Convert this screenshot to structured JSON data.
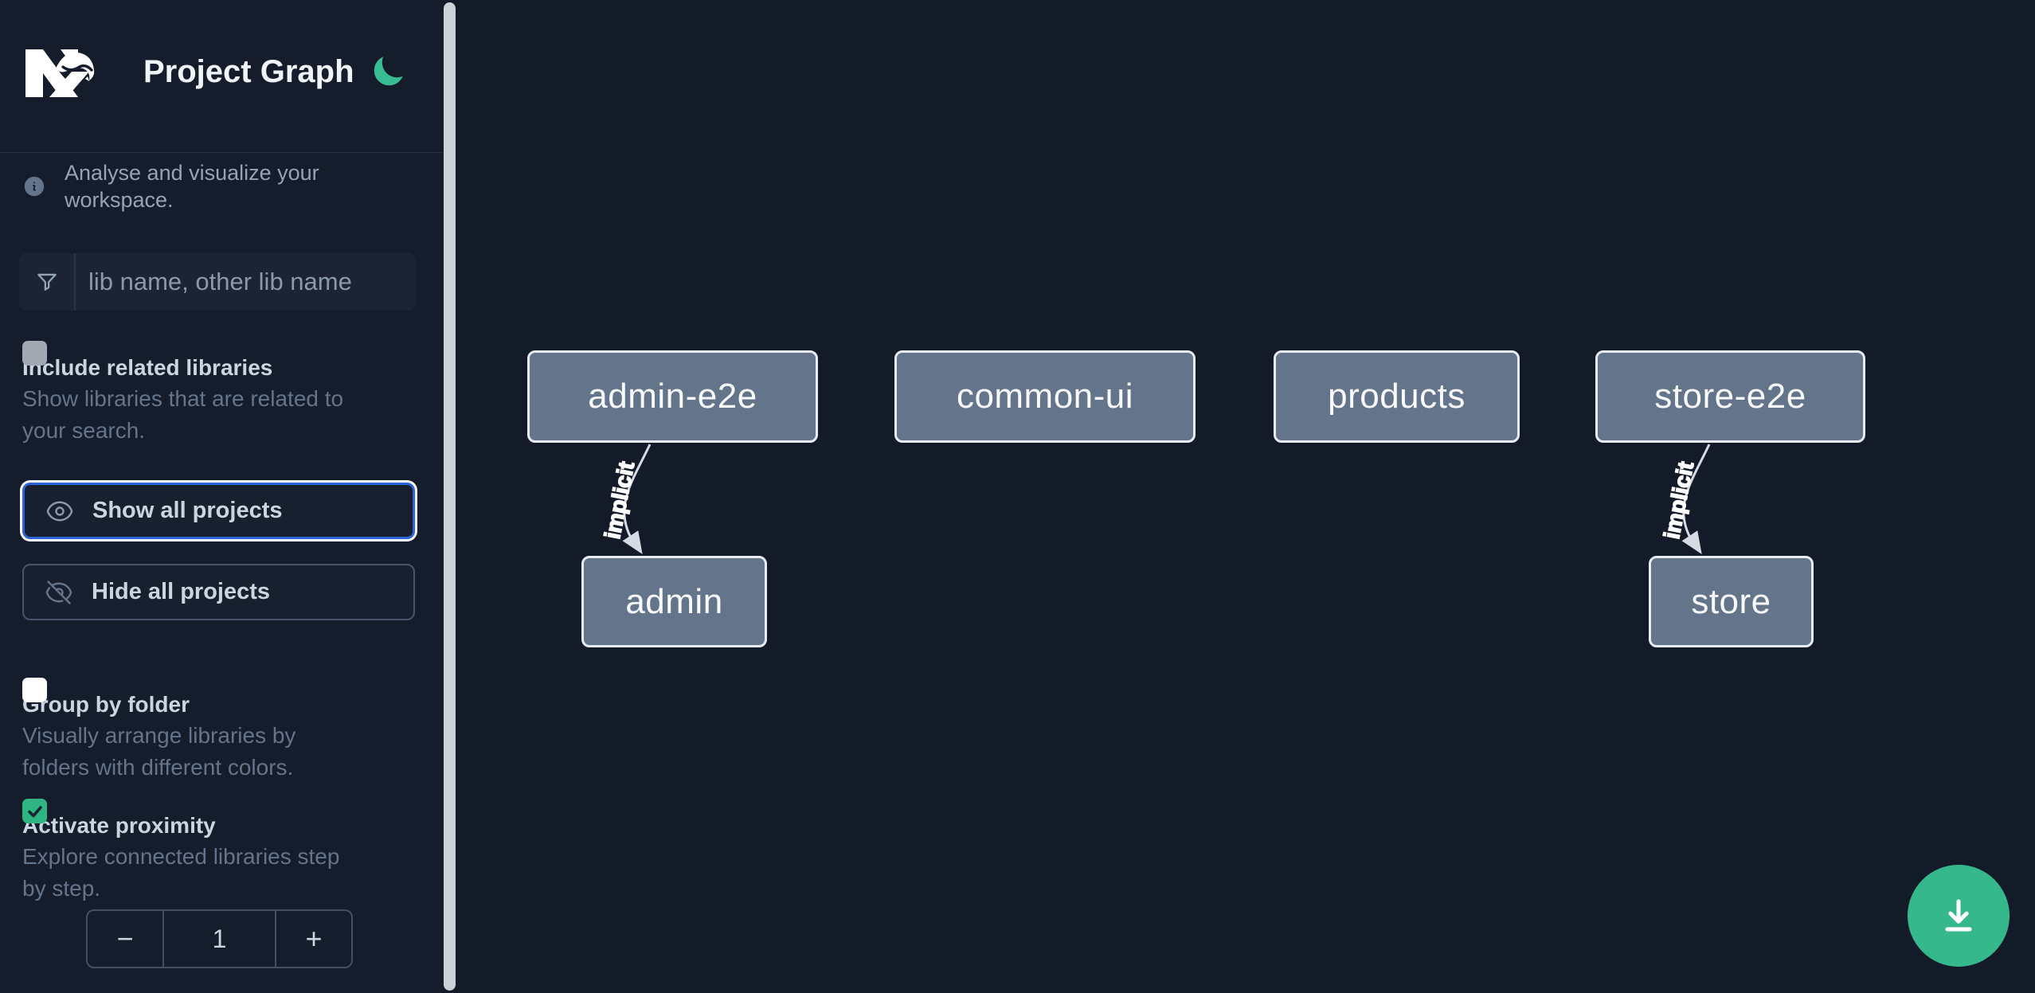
{
  "app": {
    "title": "Project Graph",
    "brand": "Nx"
  },
  "sidebar": {
    "info_text": "Analyse and visualize your workspace.",
    "filter": {
      "placeholder": "lib name, other lib name",
      "value": "",
      "icon": "funnel-icon"
    },
    "checkboxes": [
      {
        "label": "Include related libraries",
        "description": "Show libraries that are related to\nyour search.",
        "checked": false
      },
      {
        "label": "Group by folder",
        "description": "Visually arrange libraries by\nfolders with different colors.",
        "checked": false
      },
      {
        "label": "Activate proximity",
        "description": "Explore connected libraries step\nby step.",
        "checked": true
      }
    ],
    "actions": [
      {
        "label": "Show all projects",
        "icon": "eye-icon",
        "focused": true
      },
      {
        "label": "Hide all projects",
        "icon": "eye-off-icon",
        "focused": false
      }
    ],
    "proximity_stepper": {
      "decrement_label": "−",
      "value": "1",
      "increment_label": "+"
    }
  },
  "graph": {
    "nodes": [
      {
        "id": "admin-e2e",
        "label": "admin-e2e"
      },
      {
        "id": "common-ui",
        "label": "common-ui"
      },
      {
        "id": "products",
        "label": "products"
      },
      {
        "id": "store-e2e",
        "label": "store-e2e"
      },
      {
        "id": "admin",
        "label": "admin"
      },
      {
        "id": "store",
        "label": "store"
      }
    ],
    "edges": [
      {
        "from": "admin-e2e",
        "to": "admin",
        "label": "implicit"
      },
      {
        "from": "store-e2e",
        "to": "store",
        "label": "implicit"
      }
    ]
  },
  "fab": {
    "icon": "download-icon"
  },
  "colors": {
    "sidebar_bg": "#151c2b",
    "canvas_bg": "#131a28",
    "accent_blue": "#2b63d9",
    "checkbox_green": "#2eb583",
    "moon_green": "#38bd92",
    "fab_green": "#34b88c",
    "node_fill": "#64748b",
    "node_border": "#e7ecf2"
  }
}
